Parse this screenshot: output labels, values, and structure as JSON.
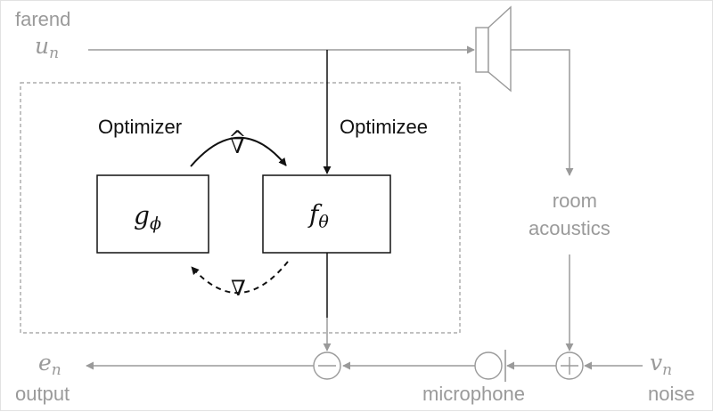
{
  "labels": {
    "farend": "farend",
    "u_symbol": "u",
    "u_sub": "n",
    "room_acoustics_line1": "room",
    "room_acoustics_line2": "acoustics",
    "optimizer": "Optimizer",
    "optimizee": "Optimizee",
    "g_symbol": "g",
    "g_sub": "ϕ",
    "f_symbol": "f",
    "f_sub": "θ",
    "nabla": "∇",
    "nabla_hat": "^",
    "e_symbol": "e",
    "e_sub": "n",
    "output": "output",
    "microphone": "microphone",
    "v_symbol": "v",
    "v_sub": "n",
    "noise": "noise",
    "minus_sign": "−",
    "plus_sign": "+"
  },
  "colors": {
    "signal_gray": "#9a9a9a",
    "main_black": "#111111",
    "frame_border": "#e2e2e2"
  }
}
